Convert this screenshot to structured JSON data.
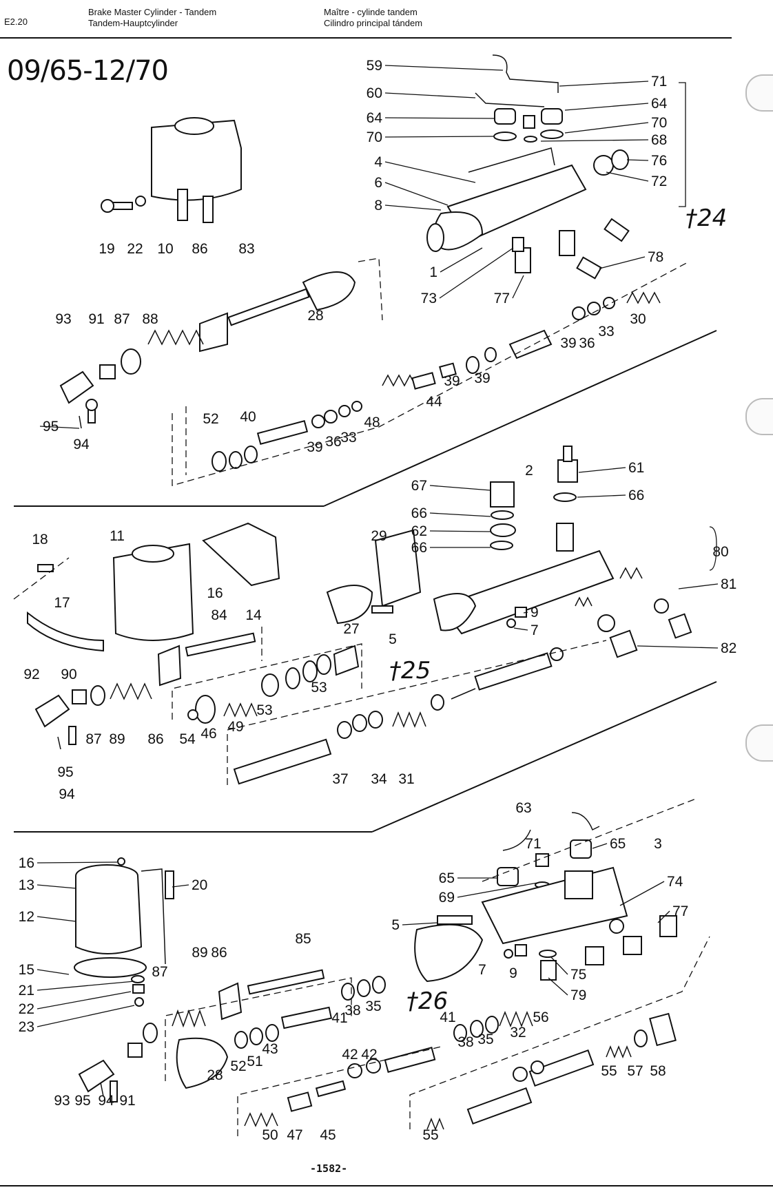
{
  "header": {
    "page_code": "E2.20",
    "title_en": "Brake Master Cylinder - Tandem",
    "title_de": "Tandem-Hauptcylinder",
    "title_fr": "Maître - cylinde tandem",
    "title_es": "Cilindro principal tándem"
  },
  "model_years": "09/65-12/70",
  "footer": {
    "page_number": "-1582-"
  },
  "section_1": {
    "group_label": "†24",
    "callouts": [
      "59",
      "60",
      "64",
      "70",
      "4",
      "6",
      "8",
      "1",
      "73",
      "77",
      "78",
      "71",
      "64",
      "70",
      "68",
      "76",
      "72",
      "19",
      "22",
      "10",
      "86",
      "83",
      "28",
      "93",
      "91",
      "87",
      "88",
      "95",
      "94",
      "30",
      "33",
      "36",
      "39",
      "39",
      "39",
      "44",
      "48",
      "33",
      "36",
      "39",
      "40",
      "52"
    ]
  },
  "section_2": {
    "group_label": "†25",
    "callouts": [
      "61",
      "66",
      "67",
      "66",
      "62",
      "66",
      "2",
      "80",
      "81",
      "82",
      "18",
      "11",
      "17",
      "16",
      "84",
      "14",
      "29",
      "27",
      "5",
      "9",
      "7",
      "92",
      "90",
      "87",
      "89",
      "86",
      "54",
      "46",
      "49",
      "53",
      "53",
      "95",
      "94",
      "37",
      "34",
      "31"
    ]
  },
  "section_3": {
    "group_label": "†26",
    "callouts": [
      "63",
      "71",
      "65",
      "3",
      "65",
      "69",
      "74",
      "77",
      "5",
      "7",
      "9",
      "75",
      "79",
      "16",
      "13",
      "20",
      "12",
      "85",
      "89",
      "86",
      "15",
      "21",
      "22",
      "23",
      "87",
      "41",
      "38",
      "35",
      "41",
      "38",
      "35",
      "32",
      "56",
      "52",
      "51",
      "43",
      "42",
      "42",
      "28",
      "93",
      "95",
      "94",
      "91",
      "50",
      "47",
      "45",
      "55",
      "55",
      "57",
      "58"
    ]
  },
  "colors": {
    "ink": "#111111",
    "paper": "#ffffff"
  }
}
